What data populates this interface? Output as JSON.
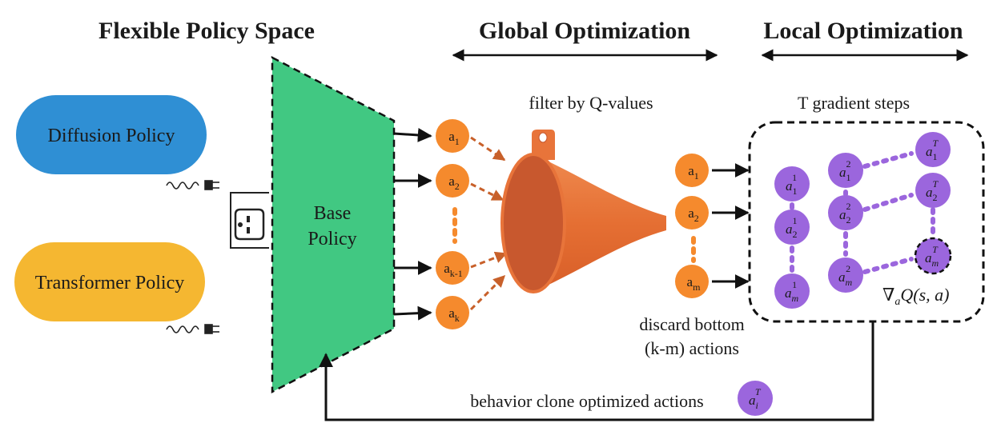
{
  "headers": {
    "flexible": "Flexible Policy Space",
    "global": "Global Optimization",
    "local": "Local Optimization"
  },
  "policies": {
    "diffusion": "Diffusion Policy",
    "transformer": "Transformer Policy"
  },
  "base_policy": {
    "line1": "Base",
    "line2": "Policy"
  },
  "filter_label": "filter by Q-values",
  "gradient_label": "T gradient steps",
  "discard_label": {
    "line1": "discard bottom",
    "line2": "(k-m) actions"
  },
  "bc_label": "behavior clone optimized actions",
  "candidate_actions": [
    {
      "base": "a",
      "sub": "1"
    },
    {
      "base": "a",
      "sub": "2"
    },
    {
      "base": "a",
      "sub": "k-1"
    },
    {
      "base": "a",
      "sub": "k"
    }
  ],
  "kept_actions": [
    {
      "base": "a",
      "sub": "1"
    },
    {
      "base": "a",
      "sub": "2"
    },
    {
      "base": "a",
      "sub": "m"
    }
  ],
  "grad_nodes": {
    "col1": [
      {
        "sub": "1",
        "sup": "1"
      },
      {
        "sub": "2",
        "sup": "1"
      },
      {
        "sub": "m",
        "sup": "1"
      }
    ],
    "col2": [
      {
        "sub": "1",
        "sup": "2"
      },
      {
        "sub": "2",
        "sup": "2"
      },
      {
        "sub": "m",
        "sup": "2"
      }
    ],
    "col3": [
      {
        "sub": "1",
        "sup": "T"
      },
      {
        "sub": "2",
        "sup": "T"
      },
      {
        "sub": "m",
        "sup": "T"
      }
    ]
  },
  "gradient_formula": {
    "nabla": "∇",
    "sub": "a",
    "rest": "Q(s,  a)"
  },
  "bc_node": {
    "base": "a",
    "sub": "i",
    "sup": "T"
  },
  "colors": {
    "diffusion": "#2f8fd4",
    "transformer": "#f5b731",
    "base_policy": "#41c882",
    "orange_node": "#f58a2d",
    "funnel": "#e8743a",
    "funnel_dark": "#c8582e",
    "purple_node": "#9b66dd",
    "arrow_dashed": "#c8602a"
  }
}
